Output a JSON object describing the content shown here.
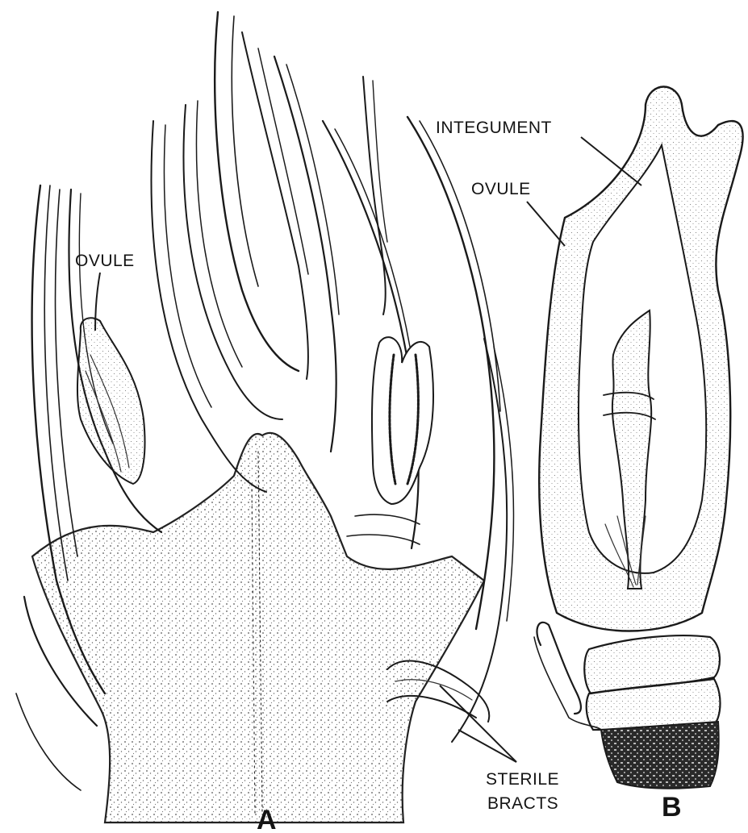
{
  "figure": {
    "panel_a": {
      "letter": "A",
      "ovule_label": "OVULE",
      "bracts_label_line1": "STERILE",
      "bracts_label_line2": "BRACTS"
    },
    "panel_b": {
      "letter": "B",
      "integument_label": "INTEGUMENT",
      "ovule_label": "OVULE"
    },
    "colors": {
      "ink": "#1a1a1a",
      "background": "#ffffff",
      "stipple": "#555555"
    }
  }
}
